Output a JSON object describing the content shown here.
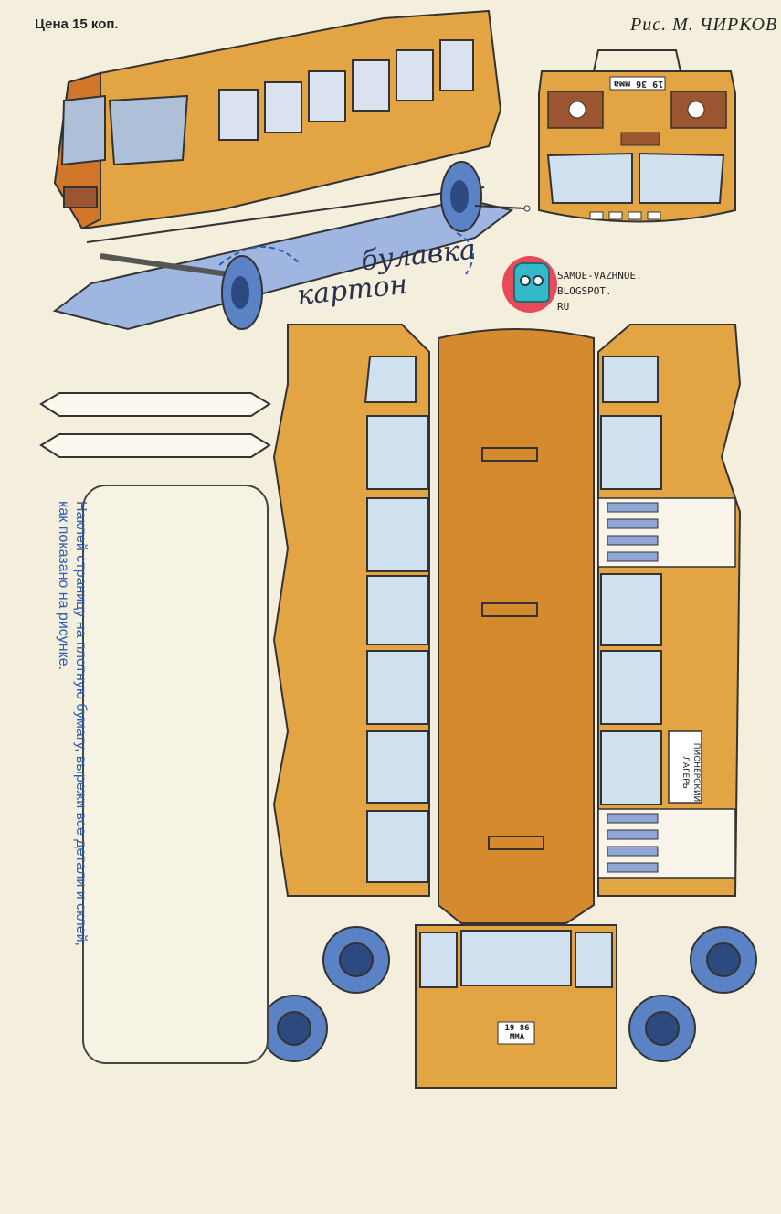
{
  "header": {
    "price": "Цена 15 коп.",
    "author": "Рис. М. ЧИРКОВ"
  },
  "labels": {
    "pin": "булавка",
    "cardboard": "картон"
  },
  "watermark": {
    "line1": "SAMOE-VAZHNOE.",
    "line2": "BLOGSPOT.",
    "line3": "RU"
  },
  "instructions": {
    "line1": "Наклей страницу на плотную бумагу, вырежи все детали и склей,",
    "line2": "как показано на рисунке."
  },
  "plates": {
    "front": "19 36 мма",
    "rear_top": "19 86",
    "rear_bottom": "ММА"
  },
  "side_sign": {
    "line1": "ПИОНЕРСКИЙ",
    "line2": "ЛАГЕРЬ"
  },
  "colors": {
    "bus_body": "#e3a543",
    "bus_dark": "#d58a2e",
    "window": "#cfe0ee",
    "wheel": "#5a82c4",
    "ink": "#2b5fb5",
    "paper": "#f4eedc"
  }
}
